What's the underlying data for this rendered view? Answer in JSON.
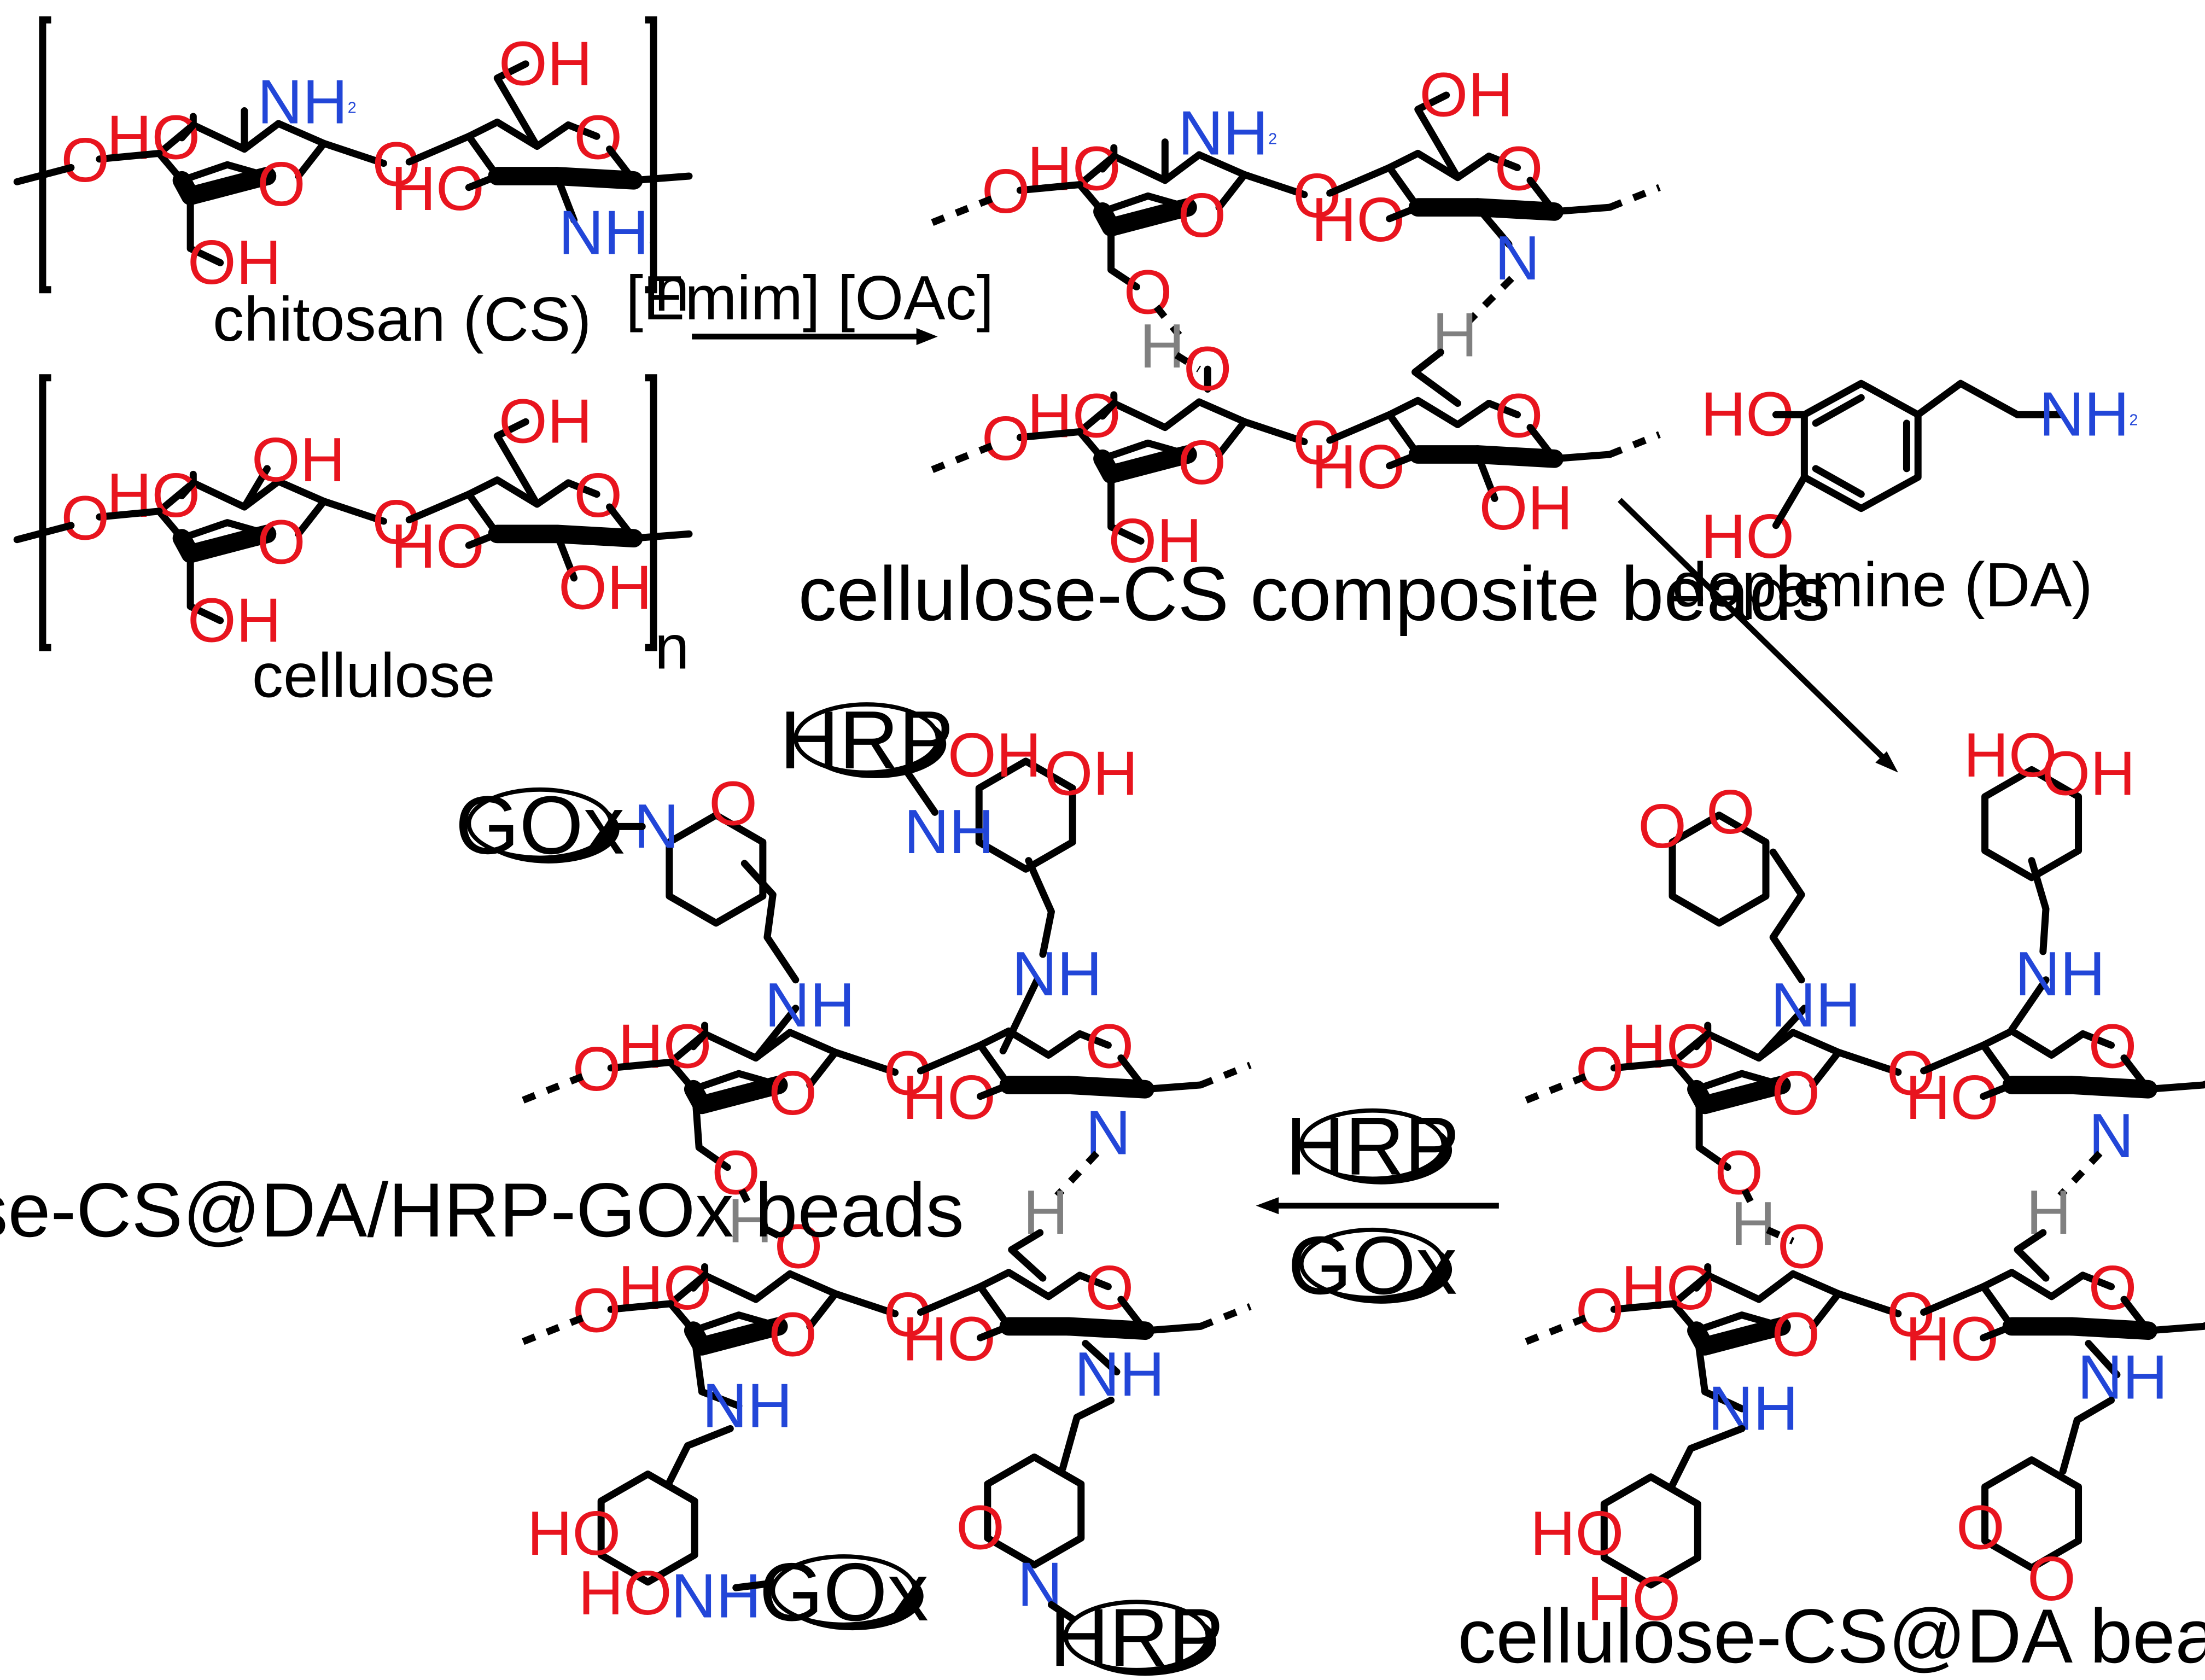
{
  "colors": {
    "oxygen": "#e8141e",
    "nitrogen": "#2246d8",
    "hydrogen": "#808080",
    "bond": "#000000"
  },
  "atoms": {
    "O": "O",
    "HO": "HO",
    "OH": "OH",
    "NH2": "NH",
    "sub2": "2",
    "N": "N",
    "H": "H",
    "NH": "NH"
  },
  "labels": {
    "chitosan": "chitosan (CS)",
    "cellulose": "cellulose",
    "repeat_n": "n",
    "solvent": "[Emim] [OAc]",
    "composite": "cellulose-CS composite beads",
    "dopamine": "dopamine (DA)",
    "cs_da": "cellulose-CS@DA beads",
    "final": "cellulose-CS@DA/HRP-GOx beads"
  },
  "enzymes": {
    "hrp": "HRP",
    "gox": "GOx"
  }
}
